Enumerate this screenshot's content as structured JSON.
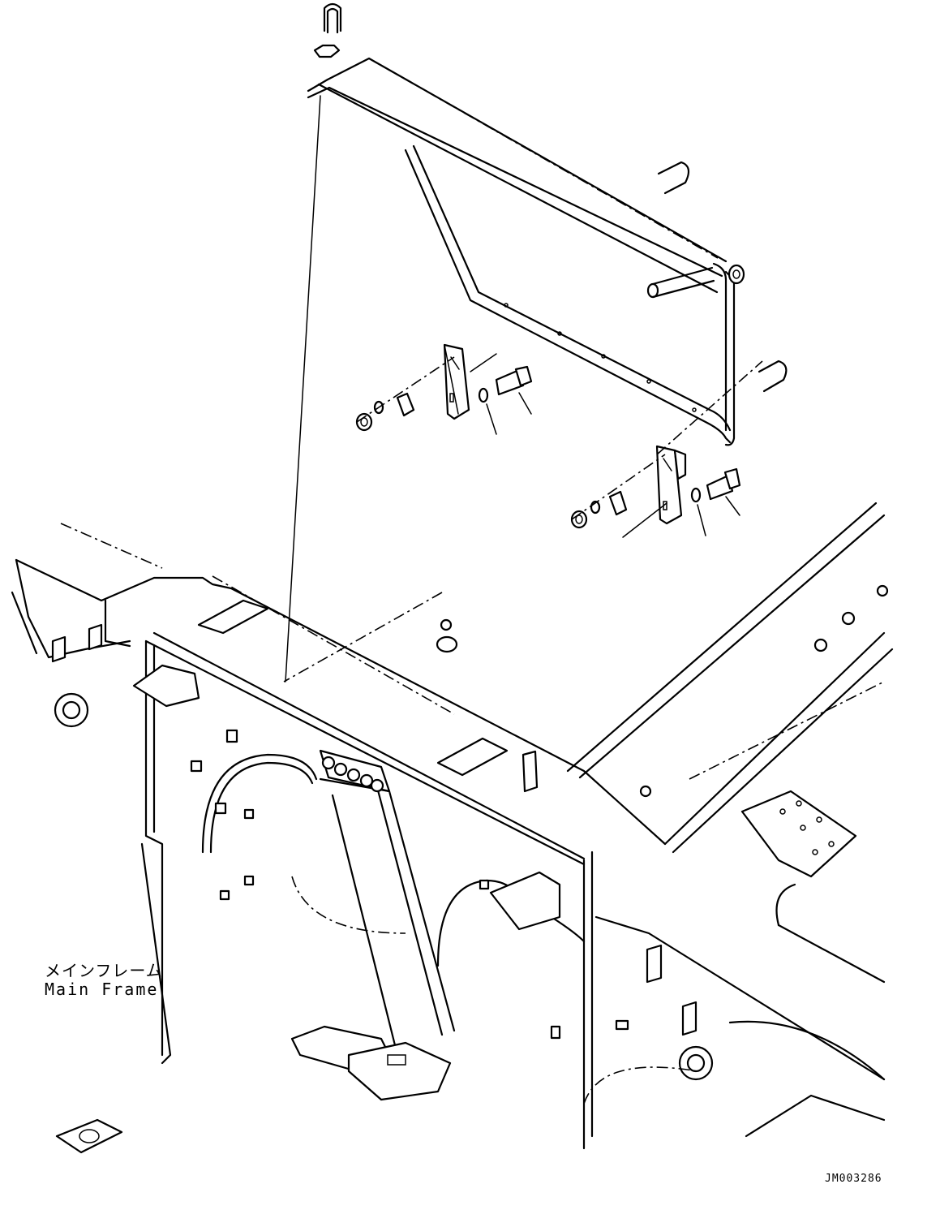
{
  "diagram": {
    "label_japanese": "メインフレーム",
    "label_english": "Main Frame",
    "drawing_code": "JM003286"
  }
}
